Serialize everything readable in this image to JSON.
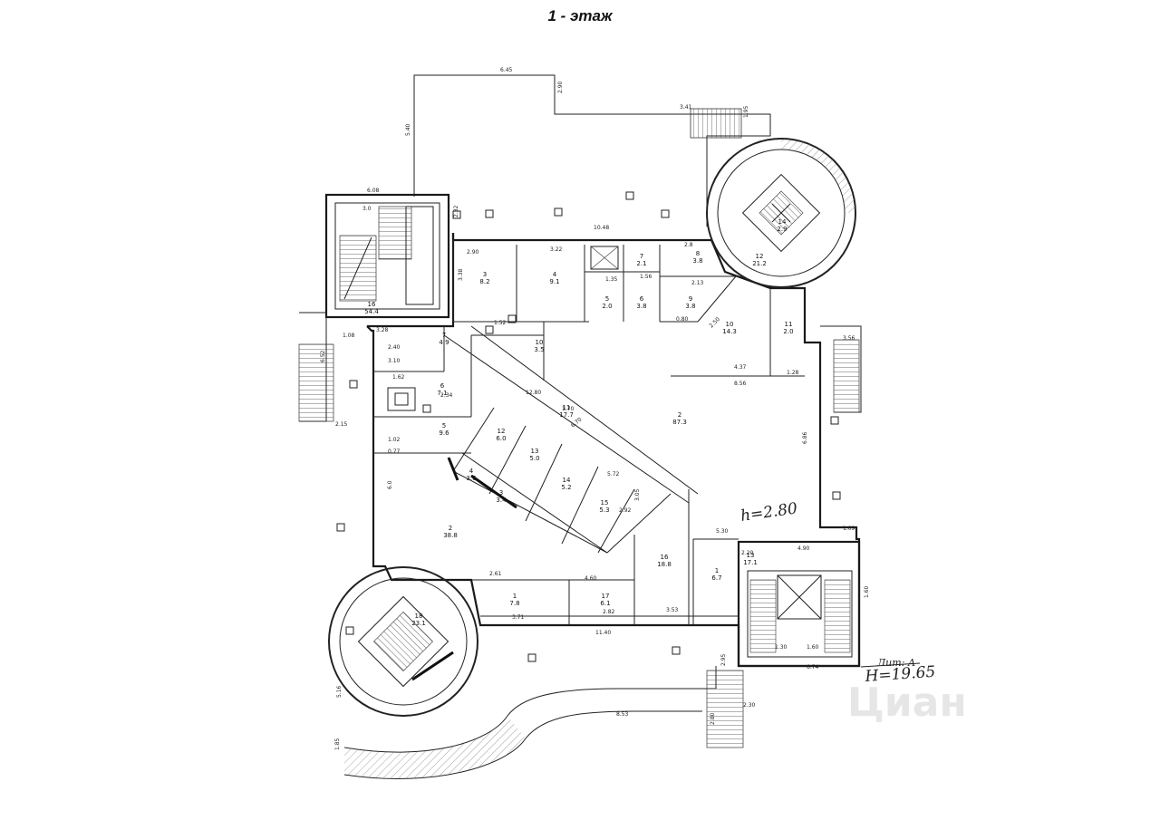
{
  "header": {
    "title": "1 - этаж"
  },
  "annotations": {
    "height_note": "h=2.80",
    "sheet": "Лит: А",
    "level": "H=19.65",
    "watermark": "Циан"
  },
  "rooms": [
    {
      "n": "3",
      "a": "8.2"
    },
    {
      "n": "4",
      "a": "9.1"
    },
    {
      "n": "7",
      "a": "2.1"
    },
    {
      "n": "8",
      "a": "3.8"
    },
    {
      "n": "5",
      "a": "2.0"
    },
    {
      "n": "6",
      "a": "3.8"
    },
    {
      "n": "9",
      "a": "3.8"
    },
    {
      "n": "10",
      "a": "14.3"
    },
    {
      "n": "11",
      "a": "2.0"
    },
    {
      "n": "12",
      "a": "21.2"
    },
    {
      "n": "16",
      "a": "54.4"
    },
    {
      "n": "7",
      "a": "4.9"
    },
    {
      "n": "6",
      "a": "7.1"
    },
    {
      "n": "5",
      "a": "9.6"
    },
    {
      "n": "10",
      "a": "3.5"
    },
    {
      "n": "11",
      "a": "17.7"
    },
    {
      "n": "2",
      "a": "87.3"
    },
    {
      "n": "12",
      "a": "6.0"
    },
    {
      "n": "13",
      "a": "5.0"
    },
    {
      "n": "14",
      "a": "5.2"
    },
    {
      "n": "15",
      "a": "5.3"
    },
    {
      "n": "4",
      "a": "3.6"
    },
    {
      "n": "3",
      "a": "3.4"
    },
    {
      "n": "2",
      "a": "38.8"
    },
    {
      "n": "1",
      "a": "7.8"
    },
    {
      "n": "17",
      "a": "6.1"
    },
    {
      "n": "16",
      "a": "18.8"
    },
    {
      "n": "1",
      "a": "6.7"
    },
    {
      "n": "13",
      "a": "17.1"
    },
    {
      "n": "18",
      "a": "23.1"
    },
    {
      "n": "14",
      "a": "2.9"
    }
  ],
  "dimensions": [
    "6.45",
    "5.40",
    "2.90",
    "3.41",
    "1.95",
    "6.08",
    "3.0",
    "2.32",
    "10.48",
    "2.90",
    "3.22",
    "3.38",
    "2.8",
    "1.35",
    "1.56",
    "2.13",
    "0.80",
    "2.50",
    "1.52",
    "1.08",
    "3.28",
    "2.40",
    "3.10",
    "1.62",
    "2.34",
    "4.37",
    "8.56",
    "1.28",
    "6.86",
    "3.56",
    "5.30",
    "1.09",
    "2.15",
    "6.52",
    "1.02",
    "6.0",
    "0.77",
    "2.61",
    "3.71",
    "11.40",
    "3.53",
    "4.60",
    "2.82",
    "2.95",
    "8.53",
    "1.30",
    "1.60",
    "6.74",
    "4.90",
    "2.20",
    "2.80",
    "1.60",
    "5.16",
    "1.85",
    "2.30",
    "1.70",
    "6.70",
    "12.80",
    "5.72",
    "3.05",
    "2.92"
  ]
}
